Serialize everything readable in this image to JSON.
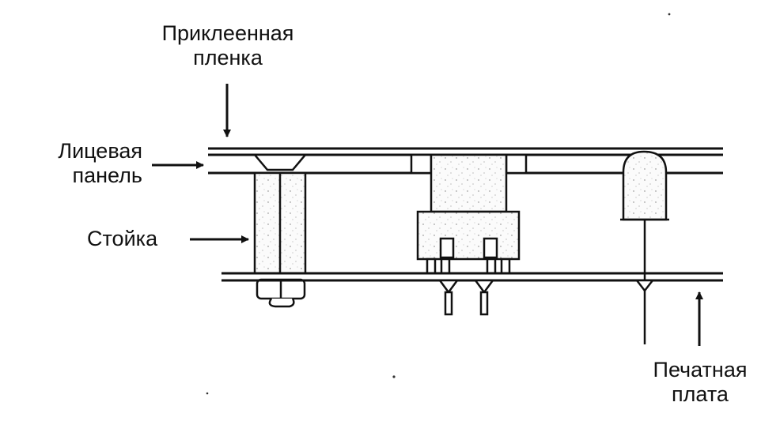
{
  "labels": {
    "adhesive_film": {
      "line1": "Приклеенная",
      "line2": "пленка"
    },
    "front_panel": {
      "line1": "Лицевая",
      "line2": "панель"
    },
    "standoff": {
      "text": "Стойка"
    },
    "pcb": {
      "line1": "Печатная",
      "line2": "плата"
    }
  },
  "colors": {
    "ink": "#111111",
    "paper": "#ffffff"
  }
}
